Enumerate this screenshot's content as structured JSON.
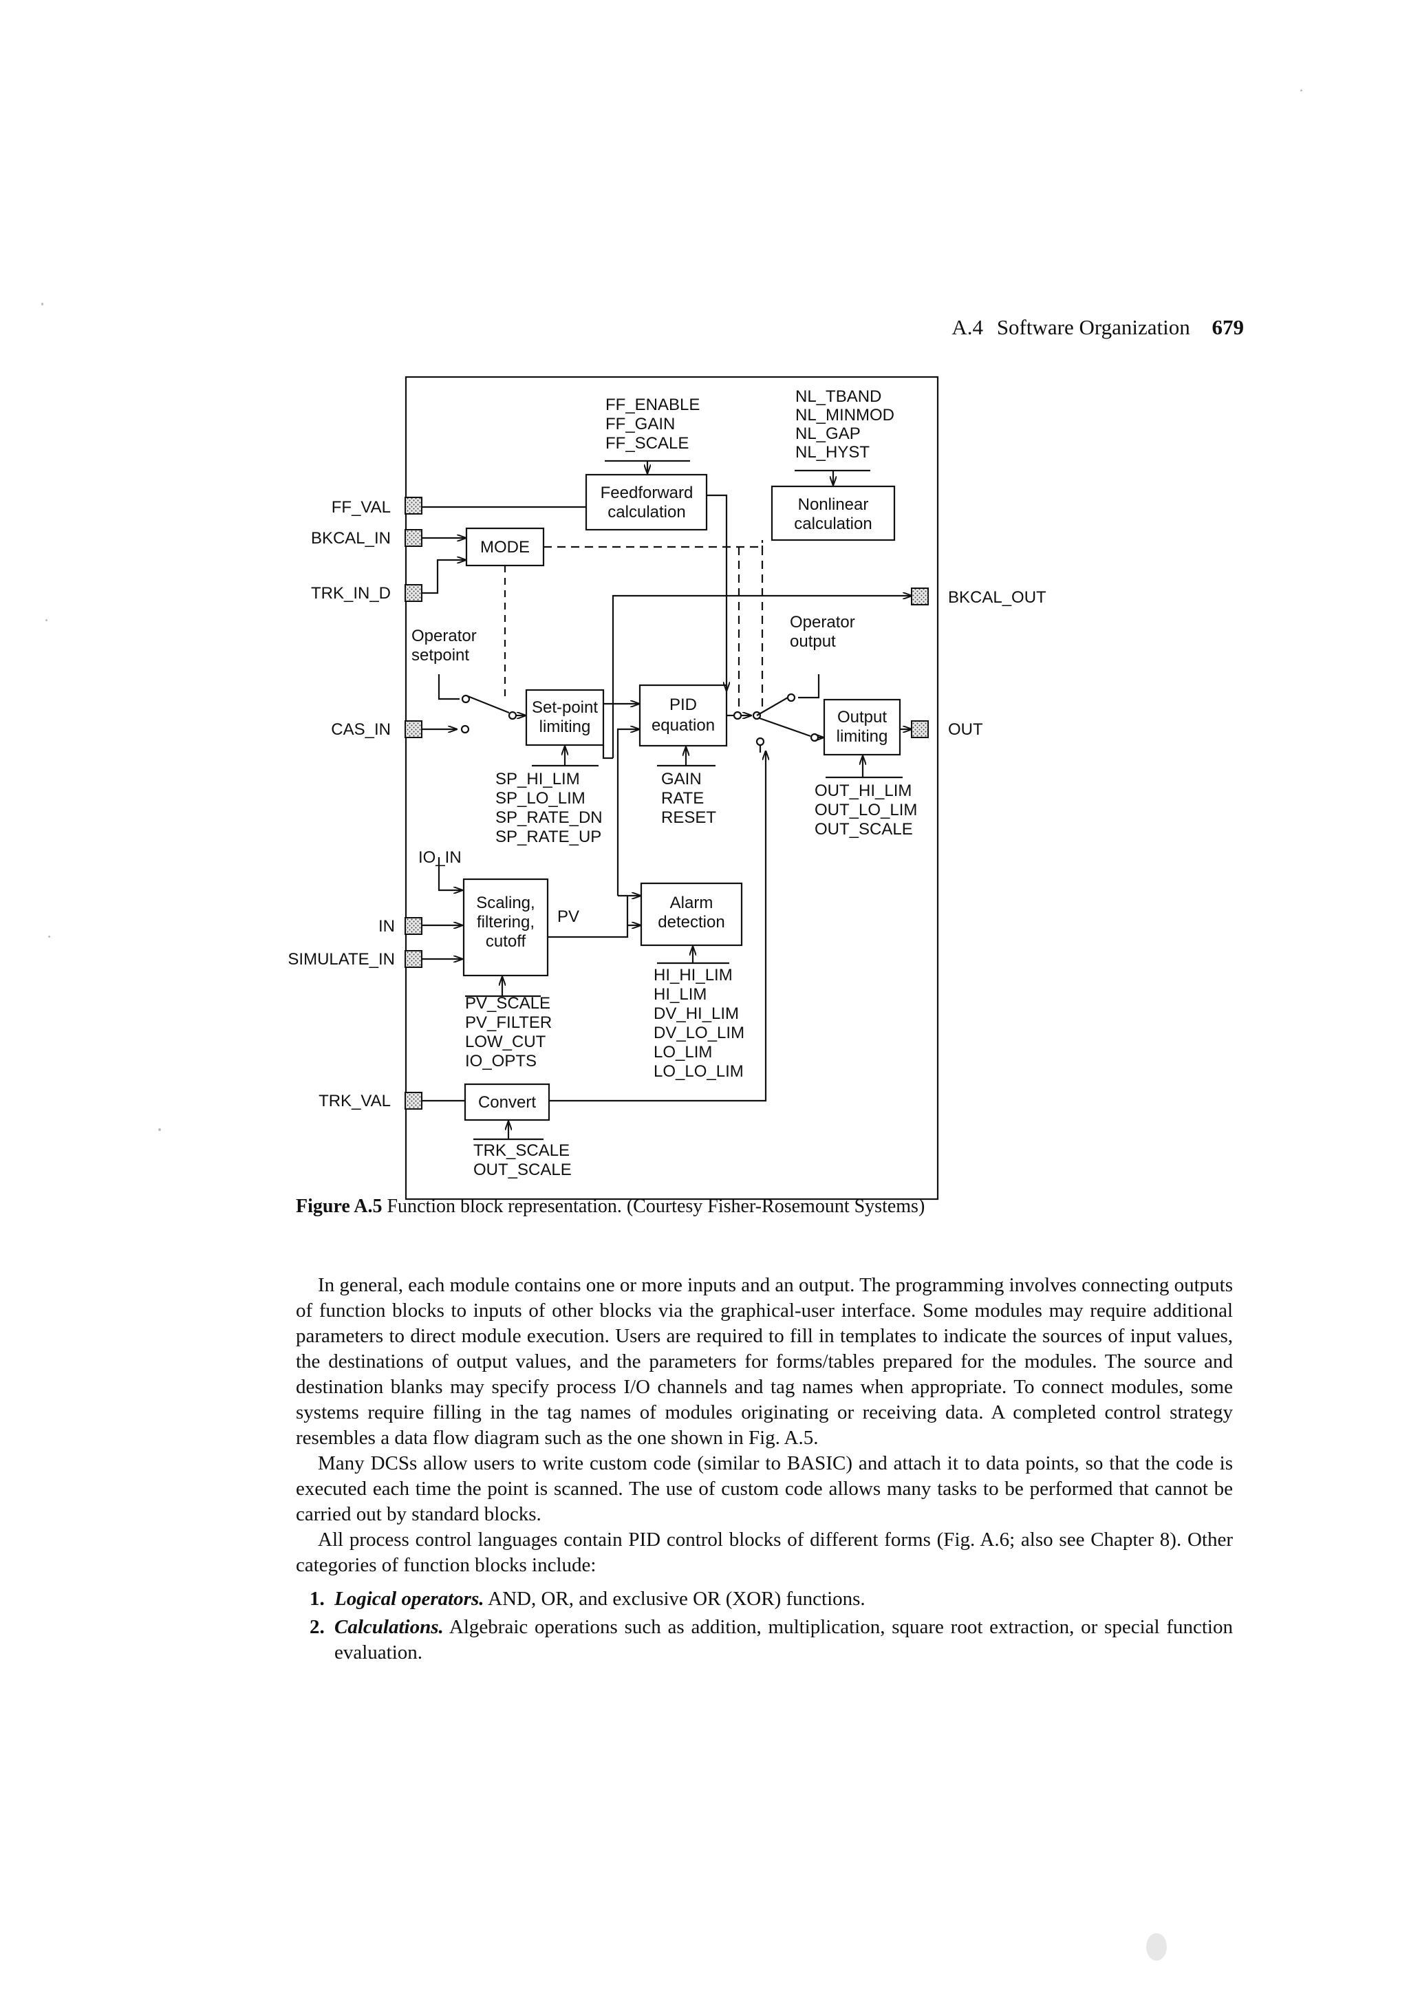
{
  "header": {
    "section": "A.4",
    "title": "Software Organization",
    "page_number": "679"
  },
  "diagram": {
    "inputs": {
      "ff_val": "FF_VAL",
      "bkcal_in": "BKCAL_IN",
      "trk_in_d": "TRK_IN_D",
      "cas_in": "CAS_IN",
      "in": "IN",
      "simulate_in": "SIMULATE_IN",
      "trk_val": "TRK_VAL"
    },
    "outputs": {
      "bkcal_out": "BKCAL_OUT",
      "out": "OUT"
    },
    "blocks": {
      "mode": "MODE",
      "feedforward": [
        "Feedforward",
        "calculation"
      ],
      "nonlinear": [
        "Nonlinear",
        "calculation"
      ],
      "setpoint_limiting": [
        "Set-point",
        "limiting"
      ],
      "pid_equation": [
        "PID",
        "equation"
      ],
      "output_limiting": [
        "Output",
        "limiting"
      ],
      "scaling": [
        "Scaling,",
        "filtering,",
        "cutoff"
      ],
      "alarm_detection": [
        "Alarm",
        "detection"
      ],
      "convert": "Convert"
    },
    "labels": {
      "operator_setpoint": [
        "Operator",
        "setpoint"
      ],
      "operator_output": [
        "Operator",
        "output"
      ],
      "io_in": "IO_IN",
      "pv": "PV"
    },
    "params": {
      "ff": [
        "FF_ENABLE",
        "FF_GAIN",
        "FF_SCALE"
      ],
      "nl": [
        "NL_TBAND",
        "NL_MINMOD",
        "NL_GAP",
        "NL_HYST"
      ],
      "sp": [
        "SP_HI_LIM",
        "SP_LO_LIM",
        "SP_RATE_DN",
        "SP_RATE_UP"
      ],
      "pid": [
        "GAIN",
        "RATE",
        "RESET"
      ],
      "out": [
        "OUT_HI_LIM",
        "OUT_LO_LIM",
        "OUT_SCALE"
      ],
      "pv": [
        "PV_SCALE",
        "PV_FILTER",
        "LOW_CUT",
        "IO_OPTS"
      ],
      "alarm": [
        "HI_HI_LIM",
        "HI_LIM",
        "DV_HI_LIM",
        "DV_LO_LIM",
        "LO_LIM",
        "LO_LO_LIM"
      ],
      "trk": [
        "TRK_SCALE",
        "OUT_SCALE"
      ]
    }
  },
  "caption": {
    "label": "Figure A.5",
    "text": "Function block representation. (Courtesy Fisher-Rosemount Systems)"
  },
  "body": {
    "paragraphs": [
      "In general, each module contains one or more inputs and an output. The programming involves connecting outputs of function blocks to inputs of other blocks via the graphical-user interface. Some modules may require additional parameters to direct module execution. Users are required to fill in templates to indicate the sources of input values, the destinations of output values, and the parameters for forms/tables prepared for the modules. The source and destination blanks may specify process I/O channels and tag names when appropriate. To connect modules, some systems require filling in the tag names of modules originating or receiving data. A completed control strategy resembles a data flow diagram such as the one shown in Fig. A.5.",
      "Many DCSs allow users to write custom code (similar to BASIC) and attach it to data points, so that the code is executed each time the point is scanned. The use of custom code allows many tasks to be performed that cannot be carried out by standard blocks.",
      "All process control languages contain PID control blocks of different forms (Fig. A.6; also see Chapter 8). Other categories of function blocks include:"
    ],
    "list": [
      {
        "num": "1.",
        "term": "Logical operators.",
        "text": "AND, OR, and exclusive OR (XOR) functions."
      },
      {
        "num": "2.",
        "term": "Calculations.",
        "text": "Algebraic operations such as addition, multiplication, square root extraction, or special function evaluation."
      }
    ]
  }
}
